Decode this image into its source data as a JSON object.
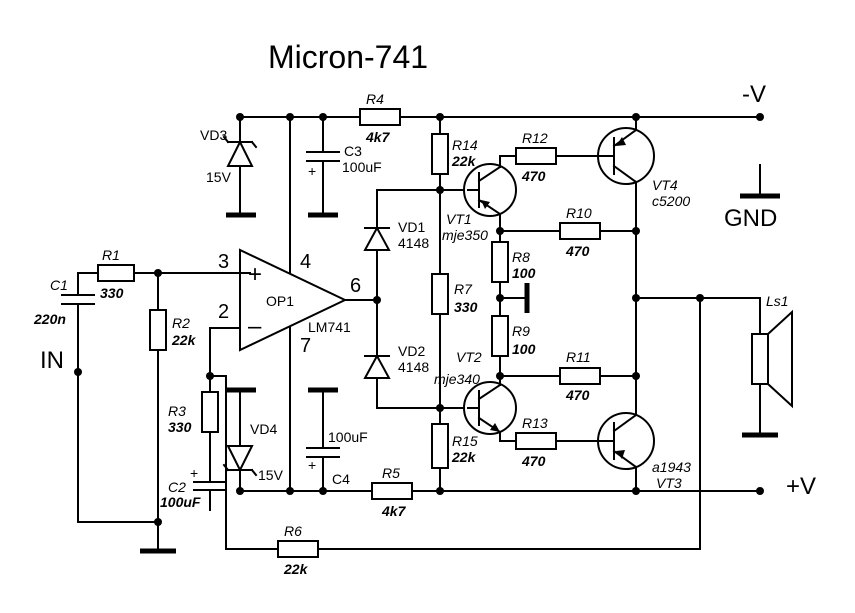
{
  "title": "Micron-741",
  "rails": {
    "neg": "-V",
    "pos": "+V",
    "gnd": "GND",
    "input": "IN"
  },
  "opamp": {
    "ref": "OP1",
    "part": "LM741",
    "pin3": "3",
    "pin2": "2",
    "pin4": "4",
    "pin7": "7",
    "pin6": "6",
    "plus": "+",
    "minus": "–"
  },
  "resistors": {
    "r1": {
      "ref": "R1",
      "value": "330"
    },
    "r2": {
      "ref": "R2",
      "value": "22k"
    },
    "r3": {
      "ref": "R3",
      "value": "330"
    },
    "r4": {
      "ref": "R4",
      "value": "4k7"
    },
    "r5": {
      "ref": "R5",
      "value": "4k7"
    },
    "r6": {
      "ref": "R6",
      "value": "22k"
    },
    "r7": {
      "ref": "R7",
      "value": "330"
    },
    "r8": {
      "ref": "R8",
      "value": "100"
    },
    "r9": {
      "ref": "R9",
      "value": "100"
    },
    "r10": {
      "ref": "R10",
      "value": "470"
    },
    "r11": {
      "ref": "R11",
      "value": "470"
    },
    "r12": {
      "ref": "R12",
      "value": "470"
    },
    "r13": {
      "ref": "R13",
      "value": "470"
    },
    "r14": {
      "ref": "R14",
      "value": "22k"
    },
    "r15": {
      "ref": "R15",
      "value": "22k"
    }
  },
  "capacitors": {
    "c1": {
      "ref": "C1",
      "value": "220n"
    },
    "c2": {
      "ref": "C2",
      "value": "100uF",
      "polarity": "+"
    },
    "c3": {
      "ref": "C3",
      "value": "100uF",
      "polarity": "+"
    },
    "c4": {
      "ref": "C4",
      "value": "100uF",
      "polarity": "+"
    }
  },
  "diodes": {
    "vd1": {
      "ref": "VD1",
      "value": "4148"
    },
    "vd2": {
      "ref": "VD2",
      "value": "4148"
    },
    "vd3": {
      "ref": "VD3",
      "value": "15V"
    },
    "vd4": {
      "ref": "VD4",
      "value": "15V"
    }
  },
  "transistors": {
    "vt1": {
      "ref": "VT1",
      "part": "mje350"
    },
    "vt2": {
      "ref": "VT2",
      "part": "mje340"
    },
    "vt3": {
      "ref": "VT3",
      "part": "a1943"
    },
    "vt4": {
      "ref": "VT4",
      "part": "c5200"
    }
  },
  "speaker": {
    "ref": "Ls1"
  }
}
